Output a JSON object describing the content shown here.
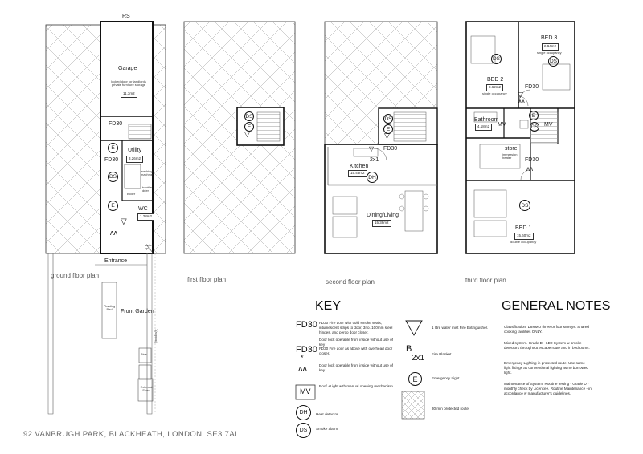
{
  "plans": {
    "ground": {
      "caption": "ground floor plan",
      "rs": "RS",
      "garage": "Garage",
      "garage_note": "locked door for landlords private furniture storage",
      "garage_area": "11.3m2",
      "fd30": "FD30",
      "utility": "Utility",
      "utility_area": "3.26m2",
      "fd30_2": "FD30",
      "washing": "washing machine",
      "tumble": "tumble drier",
      "boiler": "Boiler",
      "wc": "WC",
      "wc_area": "1.28m2",
      "meter": "Meter cpd",
      "entrance": "Entrance",
      "front_garden": "Front Garden",
      "planting_bed": "Planting Bed",
      "bins": "Bins",
      "external_store": "External Store",
      "length_note": "7(approx)"
    },
    "first": {
      "caption": "first  floor plan"
    },
    "second": {
      "caption": "second  floor plan",
      "fd30": "FD30",
      "kitchen": "Kitchen",
      "kitchen_area": "15.46m2",
      "dining": "Dining/Living",
      "dining_area": "15.39m2",
      "blanket": "2x1"
    },
    "third": {
      "caption": "third  floor plan",
      "bed3": "BED 3",
      "bed3_area": "6.94m2",
      "bed3_note": "single occupancy",
      "bed2": "BED 2",
      "bed2_area": "8.62m2",
      "bed2_note": "single occupancy",
      "fd30_a": "FD30",
      "bathroom": "Bathroom",
      "bath_area": "4.18m2",
      "store": "store",
      "store_note": "immersion heater",
      "fd30_b": "FD30",
      "bed1": "BED 1",
      "bed1_area": "15.60m2",
      "bed1_note": "double occupancy"
    }
  },
  "address": "92 VANBRUGH PARK, BLACKHEATH, LONDON. SE3 7AL",
  "key": {
    "title": "KEY",
    "fd30_symbol": "FD30",
    "fd30_text": "FD30 Fire door with cold smoke seals, intumescent strips to door, 3no. 100mm steel hinges, and perco door closer.",
    "fd30_text2": "Door lock operable from inside without use of key",
    "fd30s_symbol": "FD30",
    "fd30s_text": "FD30 Fire door as above with overhead door closer.",
    "aa_symbol": "ʌʌ",
    "aa_text": "Door lock operable from inside without use of key.",
    "mv_symbol": "MV",
    "mv_text": "Roof +Light with manual opening mechanism.",
    "dh_symbol": "DH",
    "dh_text": "Heat detector",
    "ds_symbol": "DS",
    "ds_text": "Smoke alarm",
    "ext_text": "1 litre water mist Fire Extinguisher.",
    "blanket_symbol_b": "B",
    "blanket_symbol": "2x1",
    "blanket_text": "Fire Blanket.",
    "e_symbol": "E",
    "e_text": "Emergency Light",
    "protected_text": "30 min protected route."
  },
  "general_notes": {
    "title": "GENERAL NOTES",
    "p1": "Classification: D8HMO three or four storeys. Shared cooking facilities ONLY.",
    "p2": "Mixed system. Grade D - LD2 System w smoke detectors throughout escape route and in bedrooms.",
    "p3": "Emergency Lighting in protected route. Use same light fittings as conventional lighting as no borrowed light.",
    "p4": "Maintenance of System. Routine testing - Grade D - monthly check by Licencee. Routine Maintenance - in accordance w manufacturer's guidelines."
  }
}
